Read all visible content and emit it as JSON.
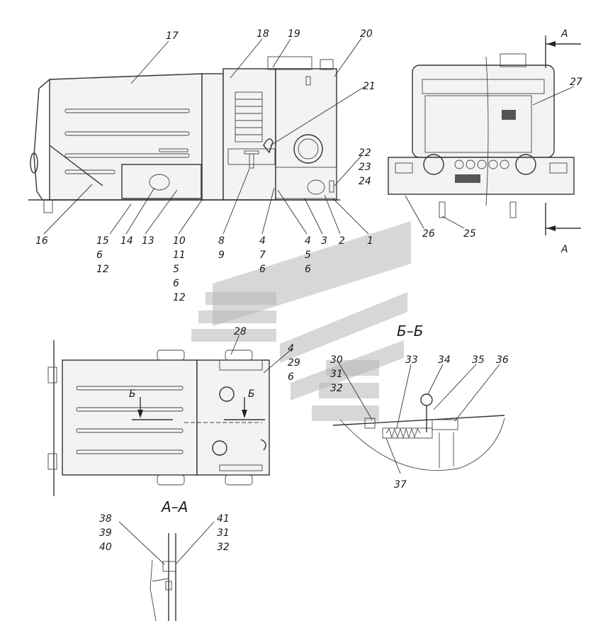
{
  "labels": {
    "l1": "1",
    "l2": "2",
    "l3": "3",
    "l4a": "4",
    "l4b": "4",
    "l4c": "4",
    "l5a": "5",
    "l5b": "5",
    "l6a": "6",
    "l6b": "6",
    "l6c": "6",
    "l6d": "6",
    "l7": "7",
    "l8": "8",
    "l9": "9",
    "l10": "10",
    "l11": "11",
    "l12a": "12",
    "l12b": "12",
    "l13": "13",
    "l14": "14",
    "l15": "15",
    "l16": "16",
    "l17": "17",
    "l18": "18",
    "l19": "19",
    "l20": "20",
    "l21": "21",
    "l22": "22",
    "l23": "23",
    "l24": "24",
    "l25": "25",
    "l26": "26",
    "l27": "27",
    "l28": "28",
    "l29": "29",
    "l30": "30",
    "l31a": "31",
    "l31b": "31",
    "l32a": "32",
    "l32b": "32",
    "l33": "33",
    "l34": "34",
    "l35": "35",
    "l36": "36",
    "l37": "37",
    "l38": "38",
    "l39": "39",
    "l40": "40",
    "l41": "41"
  },
  "sections": {
    "arrow_a_top": "А",
    "arrow_a_bottom": "А",
    "view_aa": "А–А",
    "section_bb": "Б–Б",
    "cut_b_left": "Б",
    "cut_b_right": "Б"
  }
}
